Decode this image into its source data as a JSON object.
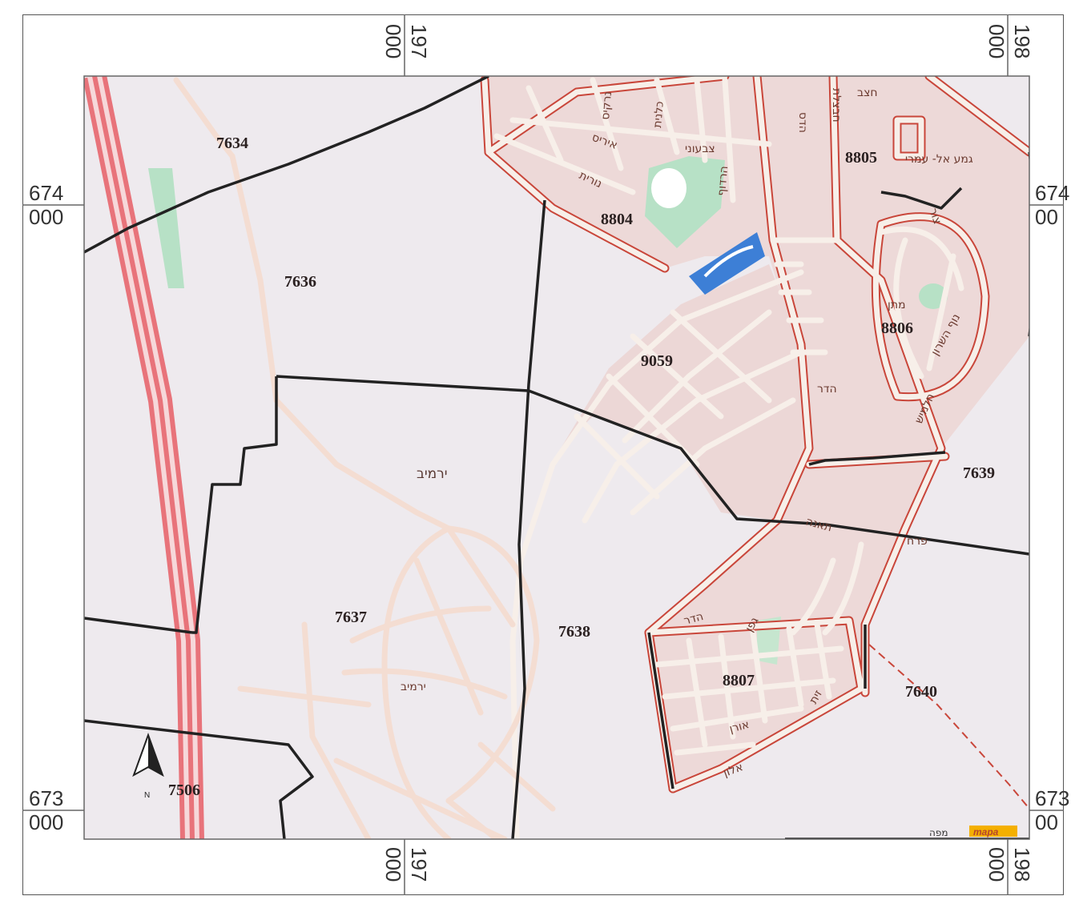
{
  "grid": {
    "x_top_left": [
      "197",
      "000"
    ],
    "x_top_right": [
      "198",
      "000"
    ],
    "x_bottom_left": [
      "197",
      "000"
    ],
    "x_bottom_right": [
      "198",
      "000"
    ],
    "y_upper_left": [
      "674",
      "000"
    ],
    "y_upper_right": [
      "674",
      "00"
    ],
    "y_lower_left": [
      "673",
      "000"
    ],
    "y_lower_right": [
      "673",
      "00"
    ]
  },
  "parcels": {
    "p7634": "7634",
    "p7636": "7636",
    "p9059": "9059",
    "p8804": "8804",
    "p8805": "8805",
    "p8806": "8806",
    "p7639": "7639",
    "p7637": "7637",
    "p7638": "7638",
    "p8807": "8807",
    "p7640": "7640",
    "p7506": "7506"
  },
  "streets": {
    "yarmiv1": "ירמיב",
    "yarmiv2": "ירמיב",
    "iris": "איריס",
    "narkis": "נרקיס",
    "kalanit": "כלנית",
    "tzivoni": "צבעוני",
    "harduf": "הרדוף",
    "nurit": "נורית",
    "hatzav": "חצב",
    "havatzelet": "חבצלת",
    "hadas": "הדס",
    "gamal": "גמע אל- עמרי",
    "tzur": "צור",
    "matan": "מתן",
    "nof": "נוף השרון",
    "halamish": "חלמיש",
    "hadar1": "הדר",
    "hadar2": "הדר",
    "teena": "תאנה",
    "gefen": "גפן",
    "zayit": "זית",
    "oren": "אורן",
    "alon": "אלון",
    "perach": "פרח"
  },
  "north_label": "N",
  "logo": "mapa",
  "colors": {
    "paper": "#eeeaee",
    "urban": "#edd9d8",
    "road_casing": "#c9463a",
    "road_fill": "#f7efe9",
    "highway": "#e8737a",
    "boundary": "#222222",
    "park": "#b7e1c6",
    "water": "#3d7fd6"
  }
}
